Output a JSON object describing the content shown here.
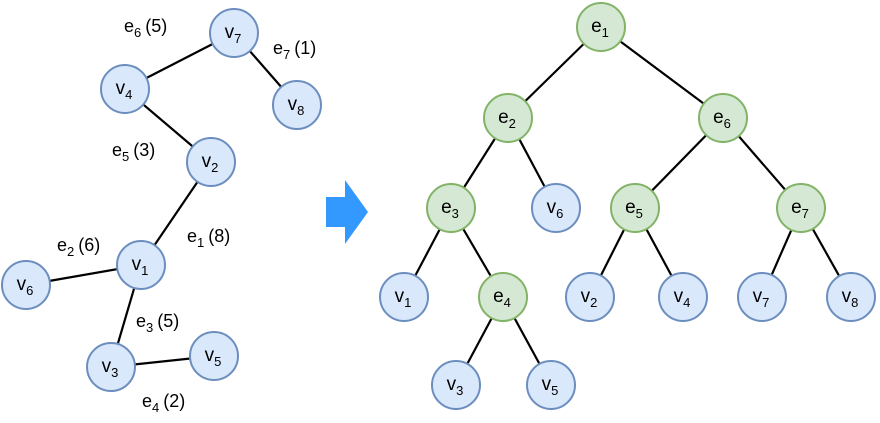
{
  "left_graph": {
    "nodes": [
      {
        "id": "v7",
        "letter": "v",
        "sub": "7"
      },
      {
        "id": "v4",
        "letter": "v",
        "sub": "4"
      },
      {
        "id": "v8",
        "letter": "v",
        "sub": "8"
      },
      {
        "id": "v2",
        "letter": "v",
        "sub": "2"
      },
      {
        "id": "v1",
        "letter": "v",
        "sub": "1"
      },
      {
        "id": "v6",
        "letter": "v",
        "sub": "6"
      },
      {
        "id": "v3",
        "letter": "v",
        "sub": "3"
      },
      {
        "id": "v5",
        "letter": "v",
        "sub": "5"
      }
    ],
    "edges": [
      {
        "id": "e6",
        "letter": "e",
        "sub": "6",
        "weight": "(5)",
        "from": "v4",
        "to": "v7"
      },
      {
        "id": "e7",
        "letter": "e",
        "sub": "7",
        "weight": "(1)",
        "from": "v7",
        "to": "v8"
      },
      {
        "id": "e5",
        "letter": "e",
        "sub": "5",
        "weight": "(3)",
        "from": "v4",
        "to": "v2"
      },
      {
        "id": "e1",
        "letter": "e",
        "sub": "1",
        "weight": "(8)",
        "from": "v2",
        "to": "v1"
      },
      {
        "id": "e2",
        "letter": "e",
        "sub": "2",
        "weight": "(6)",
        "from": "v6",
        "to": "v1"
      },
      {
        "id": "e3",
        "letter": "e",
        "sub": "3",
        "weight": "(5)",
        "from": "v1",
        "to": "v3"
      },
      {
        "id": "e4",
        "letter": "e",
        "sub": "4",
        "weight": "(2)",
        "from": "v3",
        "to": "v5"
      }
    ]
  },
  "arrow": {
    "color": "#3399ff"
  },
  "right_tree": {
    "nodes": [
      {
        "id": "t_e1",
        "kind": "edge",
        "letter": "e",
        "sub": "1"
      },
      {
        "id": "t_e2",
        "kind": "edge",
        "letter": "e",
        "sub": "2"
      },
      {
        "id": "t_e6",
        "kind": "edge",
        "letter": "e",
        "sub": "6"
      },
      {
        "id": "t_e3",
        "kind": "edge",
        "letter": "e",
        "sub": "3"
      },
      {
        "id": "t_v6",
        "kind": "vertex",
        "letter": "v",
        "sub": "6"
      },
      {
        "id": "t_e5",
        "kind": "edge",
        "letter": "e",
        "sub": "5"
      },
      {
        "id": "t_e7",
        "kind": "edge",
        "letter": "e",
        "sub": "7"
      },
      {
        "id": "t_v1",
        "kind": "vertex",
        "letter": "v",
        "sub": "1"
      },
      {
        "id": "t_e4",
        "kind": "edge",
        "letter": "e",
        "sub": "4"
      },
      {
        "id": "t_v2",
        "kind": "vertex",
        "letter": "v",
        "sub": "2"
      },
      {
        "id": "t_v4",
        "kind": "vertex",
        "letter": "v",
        "sub": "4"
      },
      {
        "id": "t_v7",
        "kind": "vertex",
        "letter": "v",
        "sub": "7"
      },
      {
        "id": "t_v8",
        "kind": "vertex",
        "letter": "v",
        "sub": "8"
      },
      {
        "id": "t_v3",
        "kind": "vertex",
        "letter": "v",
        "sub": "3"
      },
      {
        "id": "t_v5",
        "kind": "vertex",
        "letter": "v",
        "sub": "5"
      }
    ],
    "links": [
      [
        "t_e1",
        "t_e2"
      ],
      [
        "t_e1",
        "t_e6"
      ],
      [
        "t_e2",
        "t_e3"
      ],
      [
        "t_e2",
        "t_v6"
      ],
      [
        "t_e6",
        "t_e5"
      ],
      [
        "t_e6",
        "t_e7"
      ],
      [
        "t_e3",
        "t_v1"
      ],
      [
        "t_e3",
        "t_e4"
      ],
      [
        "t_e4",
        "t_v3"
      ],
      [
        "t_e4",
        "t_v5"
      ],
      [
        "t_e5",
        "t_v2"
      ],
      [
        "t_e5",
        "t_v4"
      ],
      [
        "t_e7",
        "t_v7"
      ],
      [
        "t_e7",
        "t_v8"
      ]
    ],
    "colors": {
      "vertex_fill": "#dae8fc",
      "vertex_stroke": "#6c8ebf",
      "edge_fill": "#d5e8d4",
      "edge_stroke": "#82b366"
    }
  }
}
